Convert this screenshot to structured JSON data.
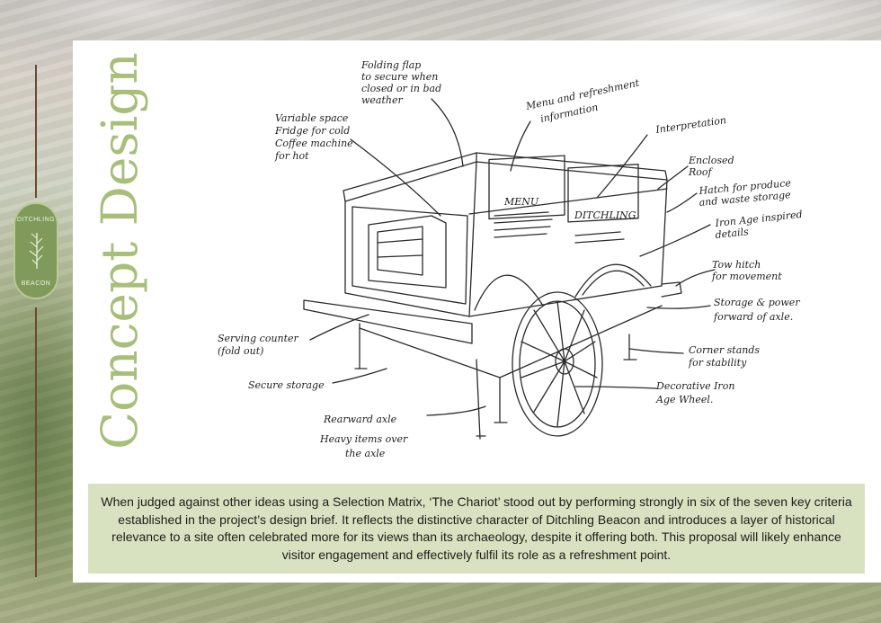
{
  "title": "Concept Design",
  "badge": {
    "top": "DITCHLING",
    "bottom": "BEACON"
  },
  "sketch": {
    "menu_board": "MENU",
    "name_board": "DITCHLING",
    "annotations": [
      [
        "Folding flap",
        "to secure when",
        "closed or in bad",
        "weather"
      ],
      [
        "Variable space",
        "Fridge for cold",
        "Coffee machine",
        "for hot"
      ],
      [
        "Menu and refreshment",
        "information"
      ],
      [
        "Interpretation"
      ],
      [
        "Enclosed",
        "Roof"
      ],
      [
        "Hatch for produce",
        "and waste storage"
      ],
      [
        "Iron Age inspired",
        "details"
      ],
      [
        "Tow hitch",
        "for movement"
      ],
      [
        "Storage & power",
        "forward of axle."
      ],
      [
        "Corner stands",
        "for stability"
      ],
      [
        "Decorative Iron",
        "Age Wheel."
      ],
      [
        "Serving counter",
        "(fold out)"
      ],
      [
        "Secure storage"
      ],
      [
        "Rearward axle",
        "Heavy items over",
        "the axle"
      ]
    ]
  },
  "caption": "When judged against other ideas using a Selection Matrix, ‘The Chariot’ stood out by performing strongly in six of the seven key criteria established in the project’s design brief. It reflects the distinctive character of Ditchling Beacon and introduces a layer of historical relevance to a site often celebrated more for its views than its archaeology, despite it offering both. This proposal will likely enhance visitor engagement and effectively fulfil its role as a refreshment point.",
  "colors": {
    "accent_green": "#a8bf7a",
    "caption_bg": "#d9e2c0",
    "badge_green": "#7f9a5a",
    "rule_brown": "#6b4a2e"
  }
}
